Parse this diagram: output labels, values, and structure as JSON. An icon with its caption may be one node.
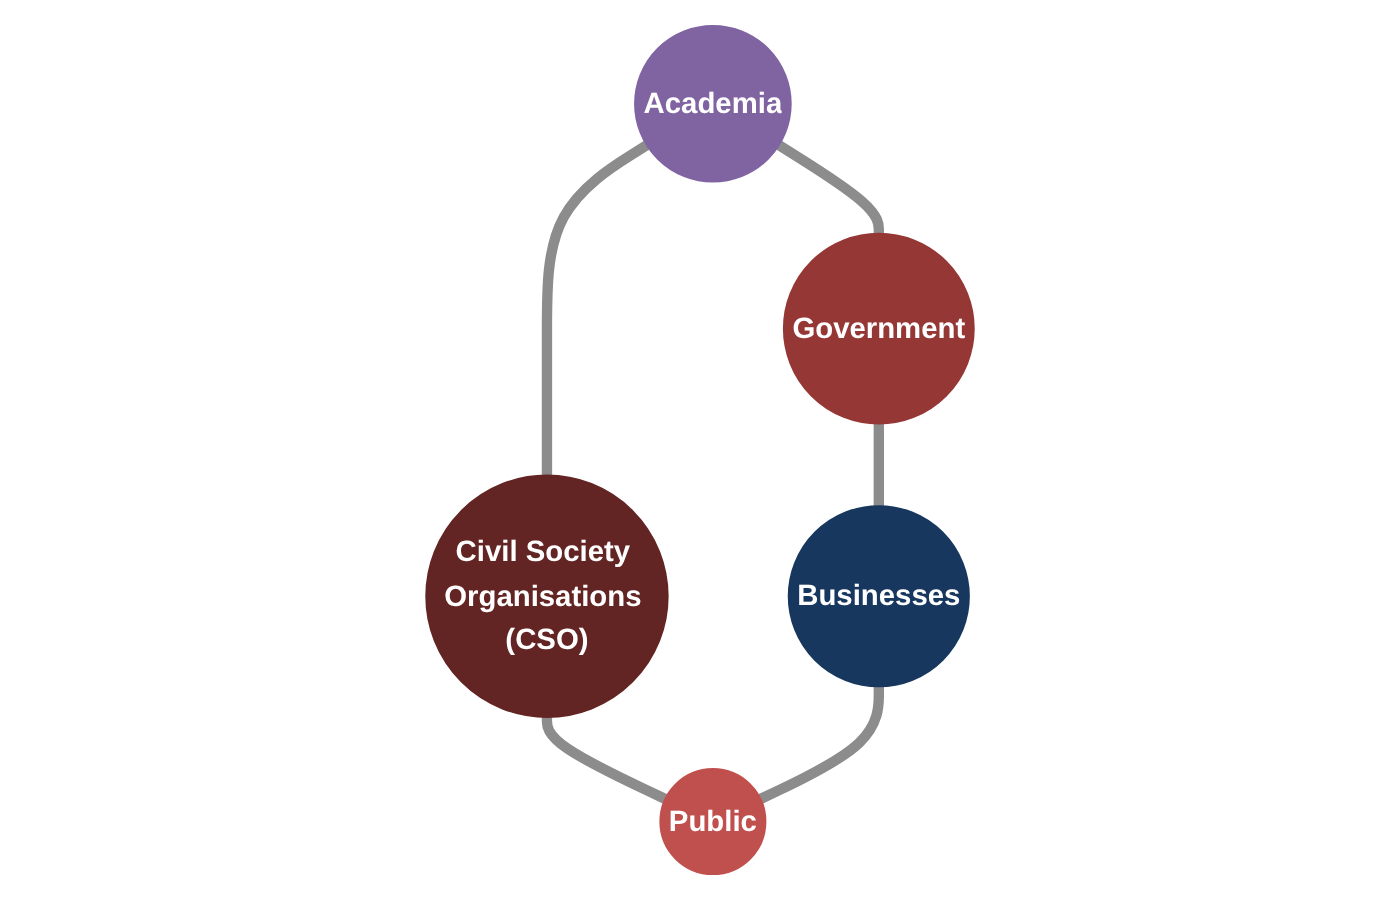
{
  "diagram": {
    "nodes": [
      {
        "text": [
          "Academia"
        ]
      },
      {
        "text": [
          "Government"
        ]
      },
      {
        "text": [
          "Civil Society Organisations (CSO)"
        ]
      },
      {
        "text": [
          "Businesses"
        ]
      },
      {
        "text": [
          "Public"
        ]
      }
    ],
    "edges": [
      {
        "from": 0,
        "to": 1,
        "arrow": "none"
      },
      {
        "from": 0,
        "to": 2,
        "arrow": "none"
      },
      {
        "from": 1,
        "to": 3,
        "arrow": "none"
      },
      {
        "from": 2,
        "to": 4,
        "arrow": "none"
      },
      {
        "from": 3,
        "to": 4,
        "arrow": "none"
      }
    ]
  }
}
